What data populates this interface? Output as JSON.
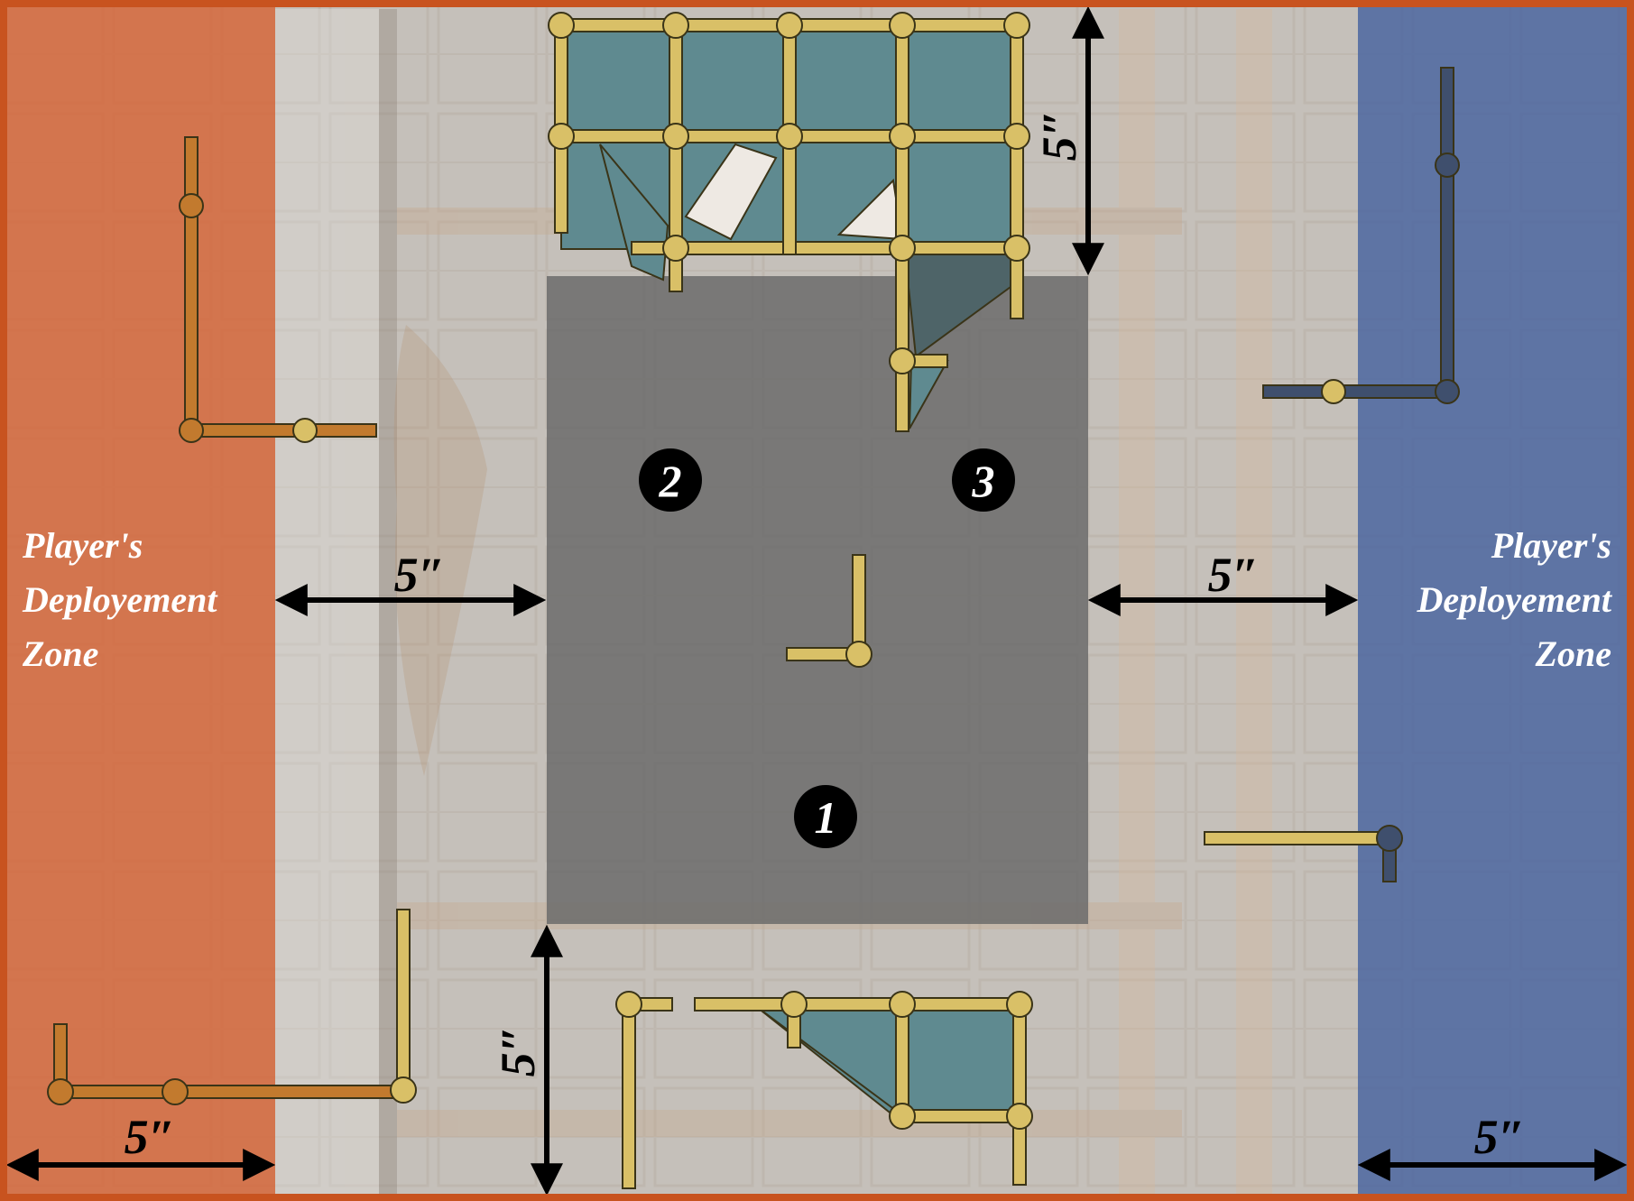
{
  "colors": {
    "frame": "#c8531f",
    "player1_zone": "#d56a3f",
    "player2_zone": "#5069a0",
    "objective_area": "#6b6b6b",
    "wall_yellow": "#d9c067",
    "wall_outline": "#3a3418",
    "floor_teal": "#5f8a90",
    "wall_orange": "#c27a2e",
    "wall_navy": "#3f4f6d"
  },
  "zones": {
    "left": {
      "line1": "Player's",
      "line2": "Deployement",
      "line3": "Zone"
    },
    "right": {
      "line1": "Player's",
      "line2": "Deployement",
      "line3": "Zone"
    }
  },
  "objectives": [
    {
      "number": "1"
    },
    {
      "number": "2"
    },
    {
      "number": "3"
    }
  ],
  "measurements": {
    "left_zone_width": "5″",
    "right_zone_width": "5″",
    "gap_left": "5″",
    "gap_right": "5″",
    "gap_top": "5″",
    "gap_bottom": "5″"
  }
}
